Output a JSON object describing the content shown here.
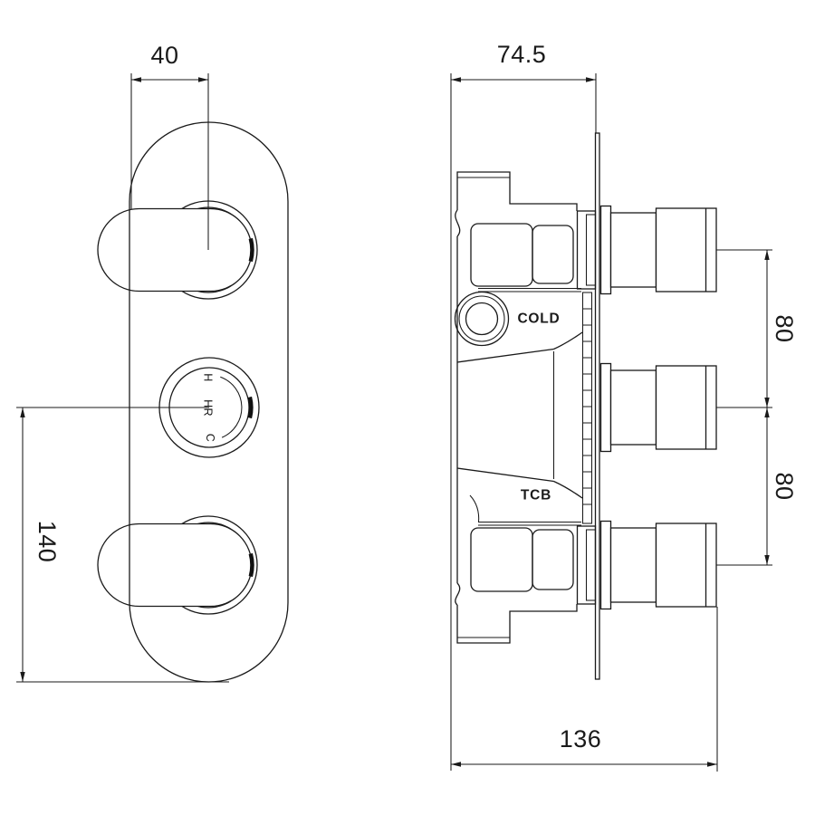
{
  "title": "Triple concealed thermostatic shower valve technical drawing",
  "colors": {
    "background": "#ffffff",
    "line": "#1a1a1a"
  },
  "dimensions": {
    "handle_offset": "40",
    "valve_depth": "74.5",
    "plate_height": "140",
    "port_spacing_upper": "80",
    "port_spacing_lower": "80",
    "body_width": "136"
  },
  "labels": {
    "cold_port": "COLD",
    "tcb_port": "TCB",
    "dial_hot": "H",
    "dial_mid": "HR",
    "dial_cold": "C"
  }
}
